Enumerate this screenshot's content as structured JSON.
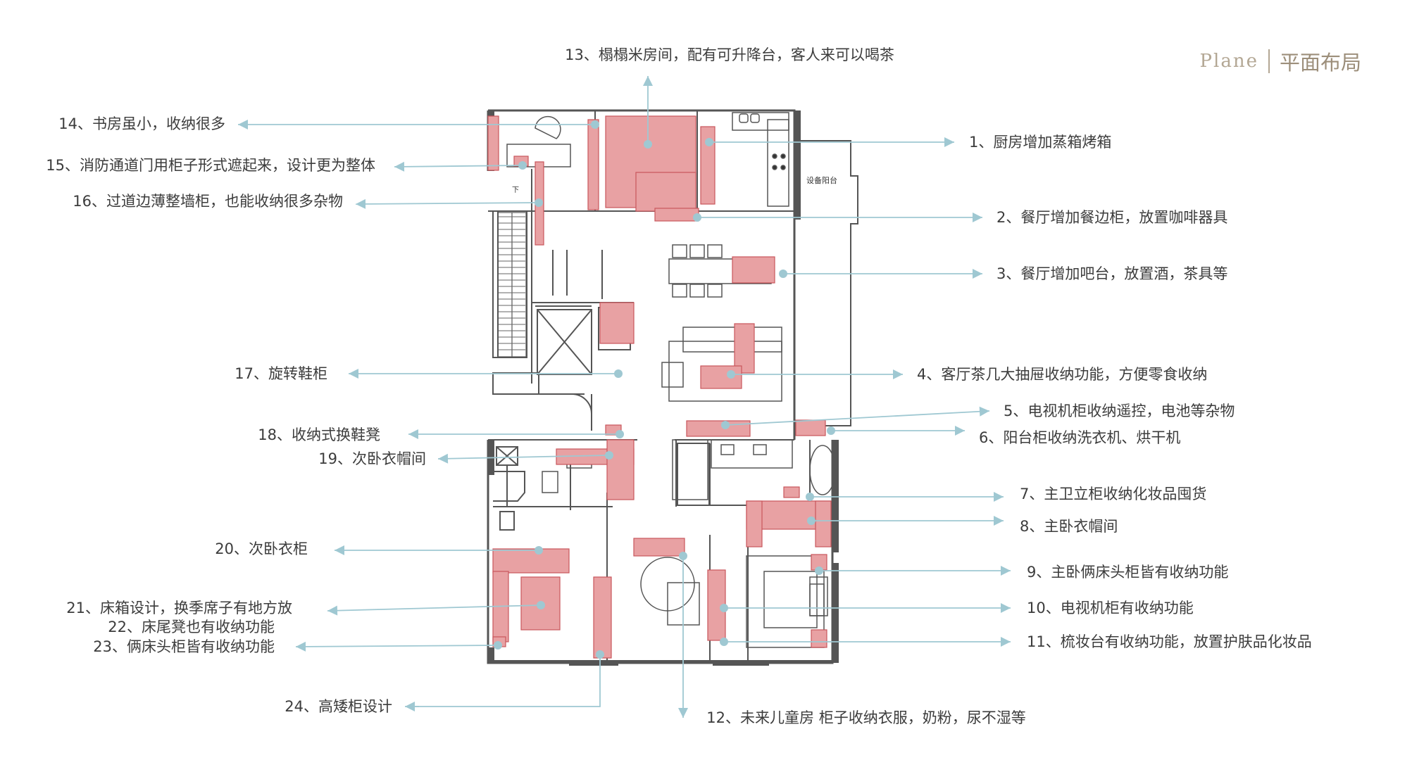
{
  "brand": {
    "en": "Plane",
    "zh": "平面布局"
  },
  "plan": {
    "room_label": "设备阳台",
    "stair_mark": "下"
  },
  "colors": {
    "accent": "#e8a1a3",
    "accent_edge": "#c9565c",
    "wall": "#555555",
    "arrow": "#9fc8d2"
  },
  "annotations": [
    "1、厨房增加蒸箱烤箱",
    "2、餐厅增加餐边柜，放置咖啡器具",
    "3、餐厅增加吧台，放置酒，茶具等",
    "4、客厅茶几大抽屉收纳功能，方便零食收纳",
    "5、电视机柜收纳遥控，电池等杂物",
    "6、阳台柜收纳洗衣机、烘干机",
    "7、主卫立柜收纳化妆品囤货",
    "8、主卧衣帽间",
    "9、主卧俩床头柜皆有收纳功能",
    "10、电视机柜有收纳功能",
    "11、梳妆台有收纳功能，放置护肤品化妆品",
    "12、未来儿童房 柜子收纳衣服，奶粉，尿不湿等",
    "13、榻榻米房间，配有可升降台，客人来可以喝茶",
    "14、书房虽小，收纳很多",
    "15、消防通道门用柜子形式遮起来，设计更为整体",
    "16、过道边薄整墙柜，也能收纳很多杂物",
    "17、旋转鞋柜",
    "18、收纳式换鞋凳",
    "19、次卧衣帽间",
    "20、次卧衣柜",
    "21、床箱设计，换季席子有地方放",
    "22、床尾凳也有收纳功能",
    "23、俩床头柜皆有收纳功能",
    "24、高矮柜设计"
  ]
}
